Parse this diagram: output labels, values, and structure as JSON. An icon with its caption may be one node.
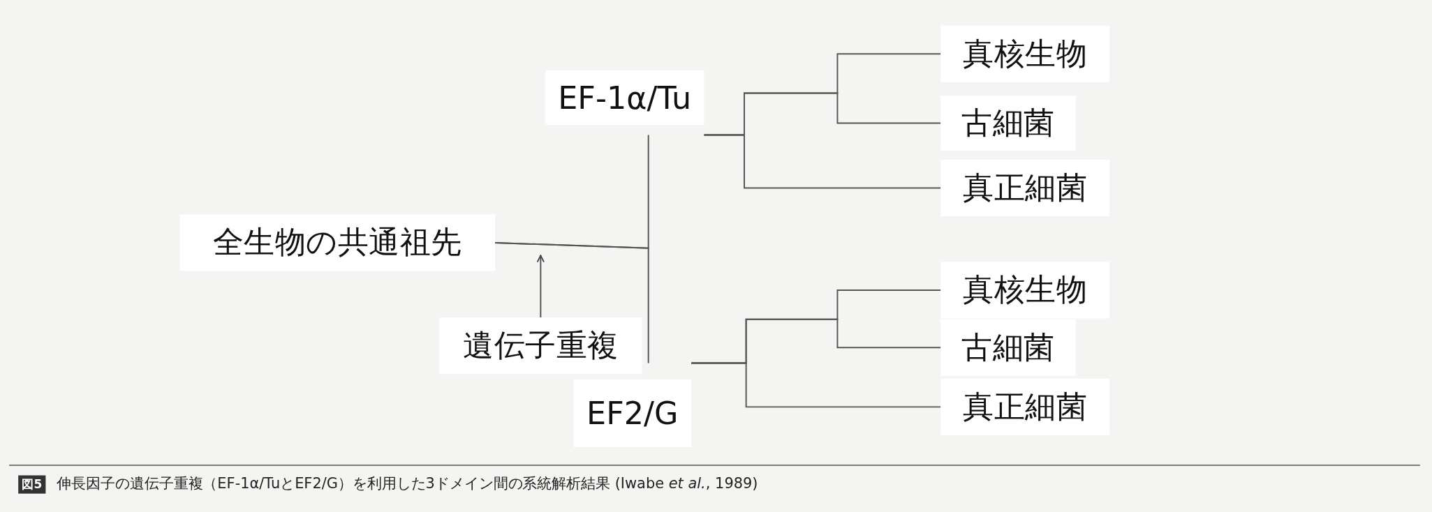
{
  "diagram": {
    "caption": "伸長因子の遺伝子重複（EF-1α/TuとEF2/G）を利用した3ドメイン間の系統解析結果 (Iwabe *et al.*, 1989)",
    "nodes": [
      {
        "text": [
          "全生物の共通祖先"
        ]
      },
      {
        "text": [
          "EF-1α/Tu"
        ]
      },
      {
        "text": [
          "EF2/G"
        ]
      },
      {
        "text": [
          "真核生物"
        ]
      },
      {
        "text": [
          "古細菌"
        ]
      },
      {
        "text": [
          "真正細菌"
        ]
      },
      {
        "text": [
          "真核生物"
        ]
      },
      {
        "text": [
          "古細菌"
        ]
      },
      {
        "text": [
          "真正細菌"
        ]
      },
      {
        "text": [
          "遺伝子重複"
        ]
      }
    ],
    "edges": [
      {
        "from": 0,
        "to": 1,
        "arrow": "none"
      },
      {
        "from": 0,
        "to": 2,
        "arrow": "none"
      },
      {
        "from": 1,
        "to": 3,
        "arrow": "none"
      },
      {
        "from": 1,
        "to": 4,
        "arrow": "none"
      },
      {
        "from": 1,
        "to": 5,
        "arrow": "none"
      },
      {
        "from": 2,
        "to": 6,
        "arrow": "none"
      },
      {
        "from": 2,
        "to": 7,
        "arrow": "none"
      },
      {
        "from": 2,
        "to": 8,
        "arrow": "none"
      },
      {
        "from": 9,
        "to": null,
        "arrow": "to"
      }
    ],
    "labels": [
      "図5"
    ]
  }
}
